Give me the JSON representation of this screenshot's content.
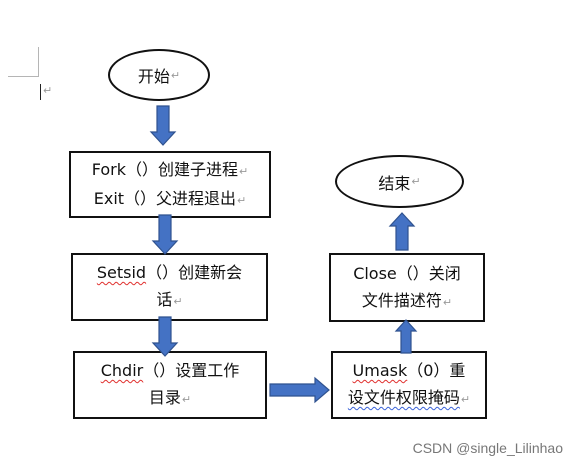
{
  "colors": {
    "arrow_fill": "#4472c4",
    "arrow_stroke": "#2f528f",
    "outline": "#111111"
  },
  "paragraph_mark": "↵",
  "nodes": {
    "start": {
      "text": "开始"
    },
    "fork": {
      "line1_word": "Fork",
      "line1_rest": "（）创建子进程",
      "line2_word": "Exit",
      "line2_rest": "（）父进程退出"
    },
    "setsid": {
      "line1_word": "Setsid",
      "line1_rest": "（）创建新会",
      "line2": "话"
    },
    "chdir": {
      "line1_word": "Chdir",
      "line1_rest": "（）设置工作",
      "line2": "目录"
    },
    "umask": {
      "line1_word": "Umask",
      "line1_rest": "（0）重",
      "line2": "设文件权限掩码"
    },
    "close": {
      "line1_word": "Close",
      "line1_rest": "（）关闭",
      "line2": "文件描述符"
    },
    "end": {
      "text": "结束"
    }
  },
  "watermark": "CSDN @single_Lilinhao"
}
